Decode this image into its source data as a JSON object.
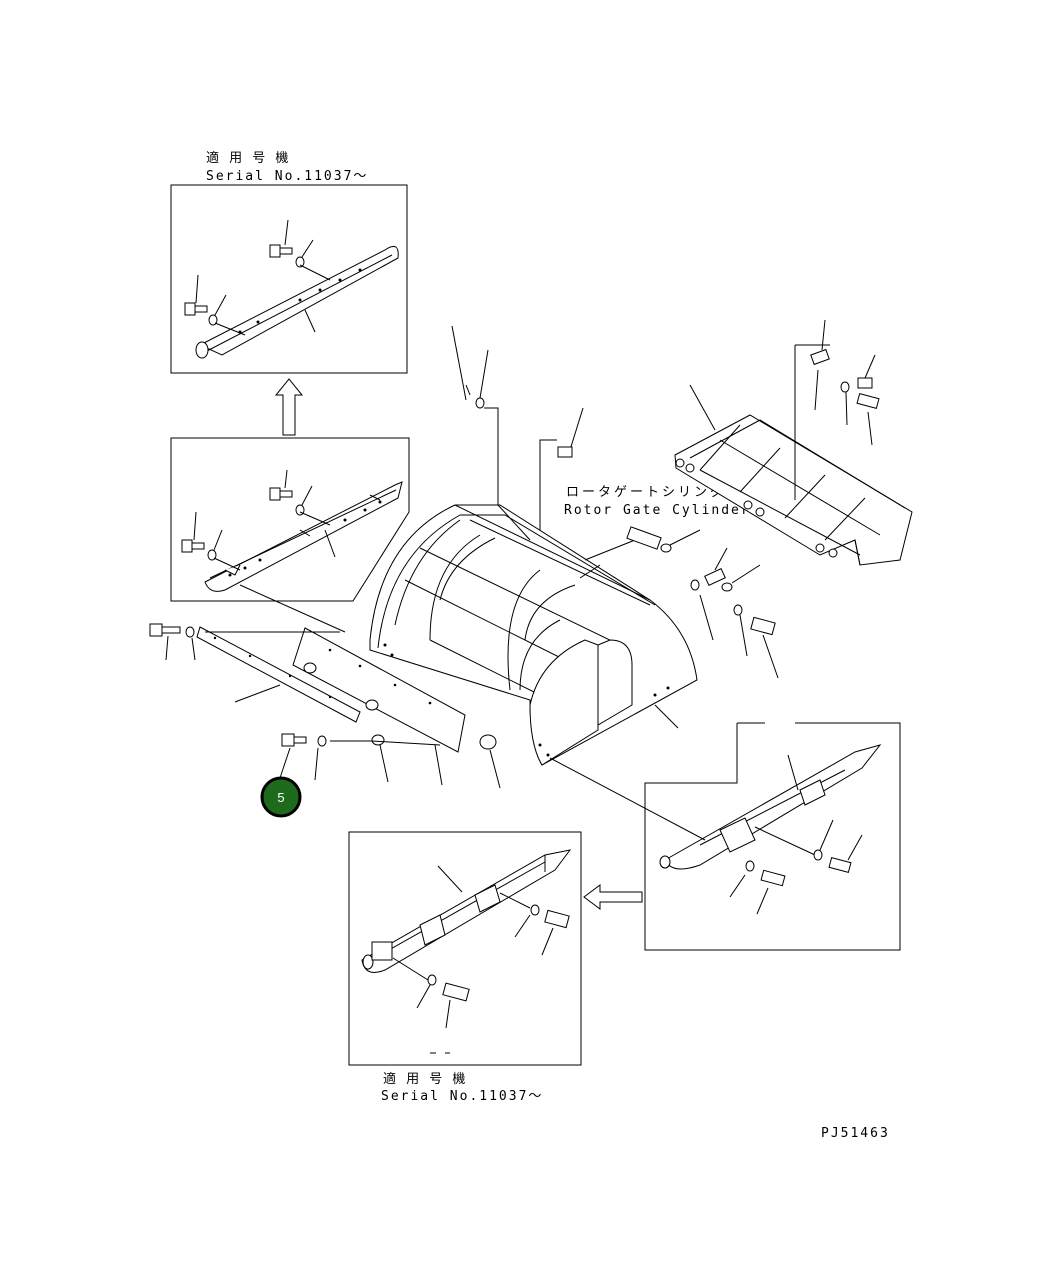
{
  "labels": {
    "top_inset_applicability": "適 用 号 機",
    "top_inset_serial": "Serial No.11037～",
    "bottom_inset_applicability": "適 用 号 機",
    "bottom_inset_serial": "Serial No.11037～",
    "rotor_gate_cylinder_jp": "ロータゲートシリンダ",
    "rotor_gate_cylinder_en": "Rotor Gate Cylinder",
    "drawing_number": "PJ51463"
  },
  "callout": {
    "number": "5",
    "color": "#1e6b1e",
    "ring_color": "#000000"
  }
}
